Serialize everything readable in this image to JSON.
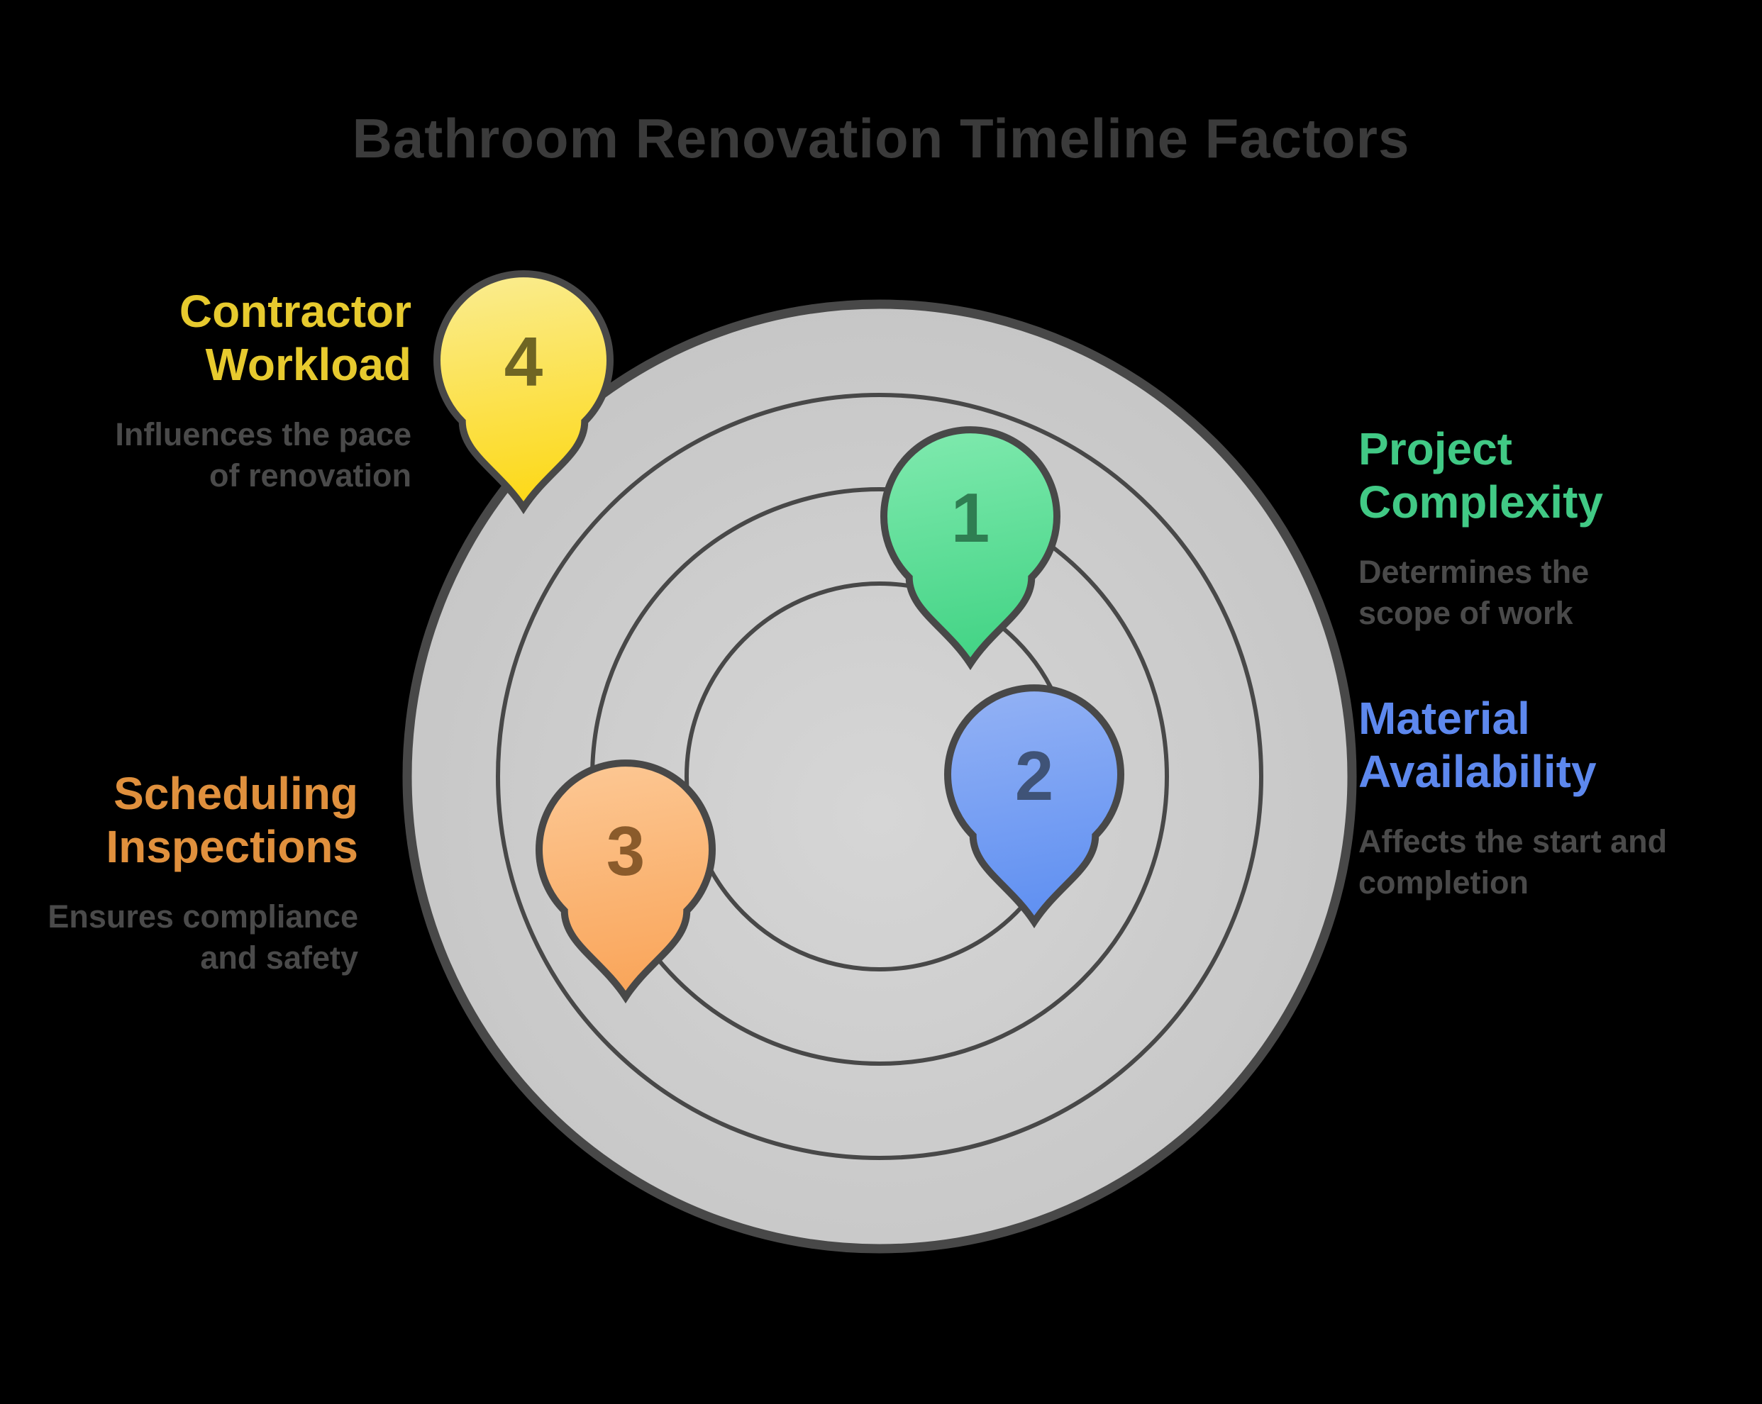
{
  "title": "Bathroom Renovation Timeline Factors",
  "colors": {
    "background": "#000000",
    "title_text": "#3b3b3b",
    "description_text": "#4a4a4a",
    "ring_stroke": "#484848",
    "disc_fill_inner": "#d6d6d6",
    "disc_fill_outer": "#c4c4c4"
  },
  "factors": [
    {
      "number": "1",
      "name": "Project Complexity",
      "title_lines": [
        "Project",
        "Complexity"
      ],
      "description_lines": [
        "Determines the",
        "scope of work"
      ],
      "label_color": "#41c985",
      "pin_gradient_top": "#7ee9ad",
      "pin_gradient_bottom": "#41d384",
      "number_color": "#2f7e52"
    },
    {
      "number": "2",
      "name": "Material Availability",
      "title_lines": [
        "Material",
        "Availability"
      ],
      "description_lines": [
        "Affects the start and",
        "completion"
      ],
      "label_color": "#5d88ee",
      "pin_gradient_top": "#92b1f4",
      "pin_gradient_bottom": "#5e8ff2",
      "number_color": "#3f5377"
    },
    {
      "number": "3",
      "name": "Scheduling Inspections",
      "title_lines": [
        "Scheduling",
        "Inspections"
      ],
      "description_lines": [
        "Ensures compliance",
        "and safety"
      ],
      "label_color": "#e0903d",
      "pin_gradient_top": "#fcc793",
      "pin_gradient_bottom": "#f9a458",
      "number_color": "#8a5b2b"
    },
    {
      "number": "4",
      "name": "Contractor Workload",
      "title_lines": [
        "Contractor",
        "Workload"
      ],
      "description_lines": [
        "Influences the pace",
        "of renovation"
      ],
      "label_color": "#e7ca2e",
      "pin_gradient_top": "#faec8e",
      "pin_gradient_bottom": "#fdd814",
      "number_color": "#6f6523"
    }
  ]
}
